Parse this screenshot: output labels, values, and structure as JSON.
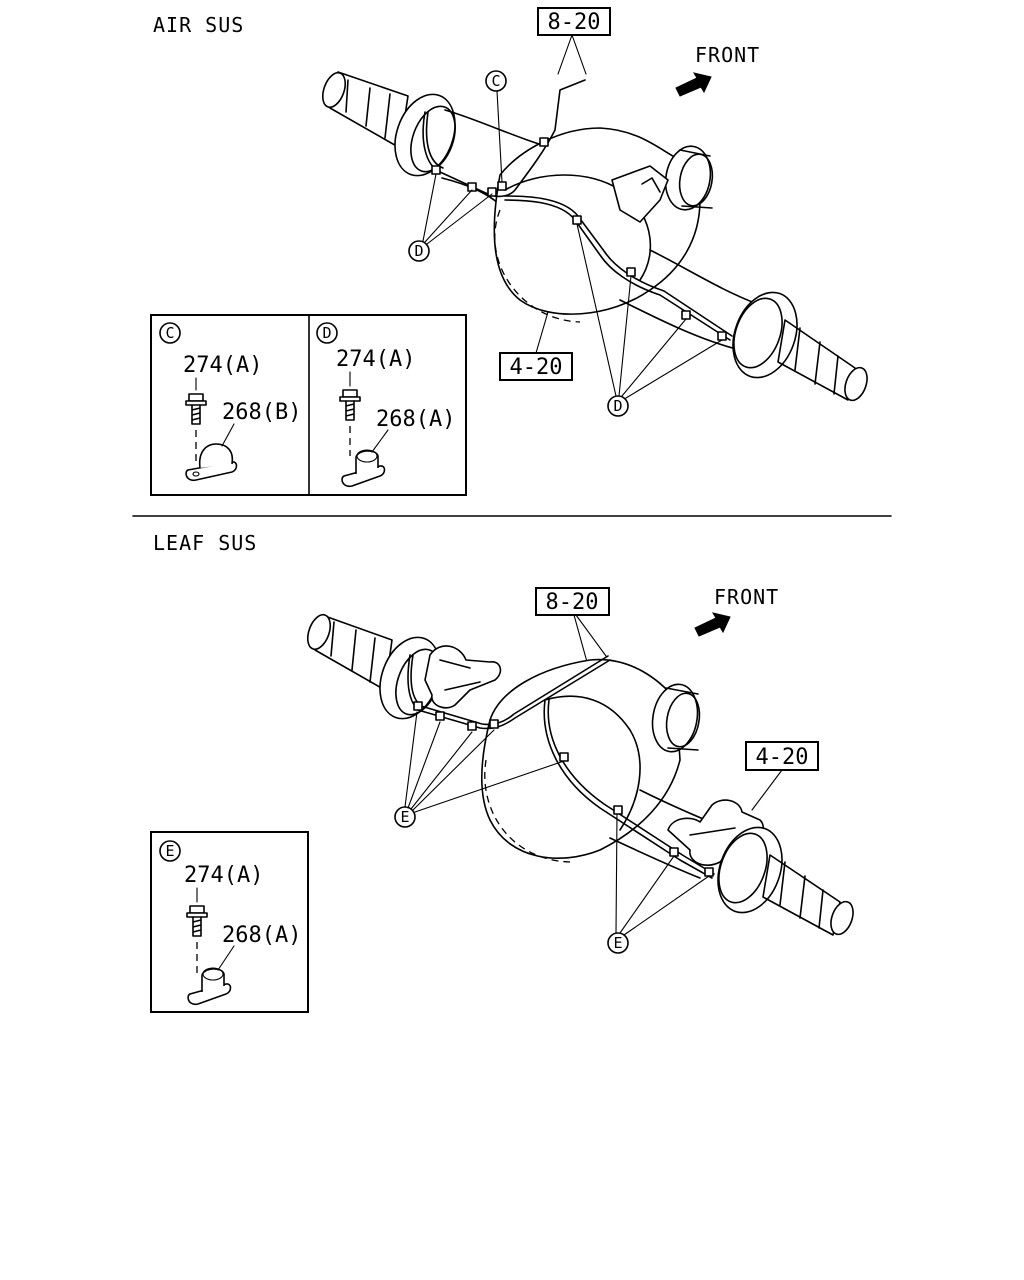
{
  "sections": {
    "air": {
      "title": "AIR SUS",
      "front_label": "FRONT",
      "ref_top": "8-20",
      "ref_bottom": "4-20",
      "callouts": {
        "c": "C",
        "d": "D"
      },
      "detail_c": {
        "letter": "C",
        "bolt_part": "274(A)",
        "clip_part": "268(B)"
      },
      "detail_d": {
        "letter": "D",
        "bolt_part": "274(A)",
        "clip_part": "268(A)"
      }
    },
    "leaf": {
      "title": "LEAF SUS",
      "front_label": "FRONT",
      "ref_top": "8-20",
      "ref_right": "4-20",
      "callouts": {
        "e": "E"
      },
      "detail_e": {
        "letter": "E",
        "bolt_part": "274(A)",
        "clip_part": "268(A)"
      }
    }
  }
}
